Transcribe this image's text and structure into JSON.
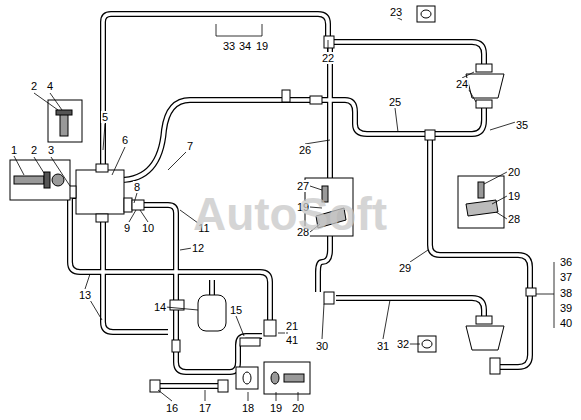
{
  "diagram": {
    "labels": [
      "1",
      "2",
      "4",
      "5",
      "6",
      "7",
      "2",
      "3",
      "8",
      "9",
      "10",
      "11",
      "12",
      "13",
      "14",
      "15",
      "21",
      "41",
      "16",
      "17",
      "18",
      "19",
      "20",
      "33",
      "34",
      "19",
      "22",
      "23",
      "24",
      "25",
      "26",
      "35",
      "27",
      "19",
      "28",
      "20",
      "19",
      "28",
      "29",
      "30",
      "31",
      "32",
      "36",
      "37",
      "38",
      "39",
      "40",
      "AutoSoft"
    ]
  }
}
